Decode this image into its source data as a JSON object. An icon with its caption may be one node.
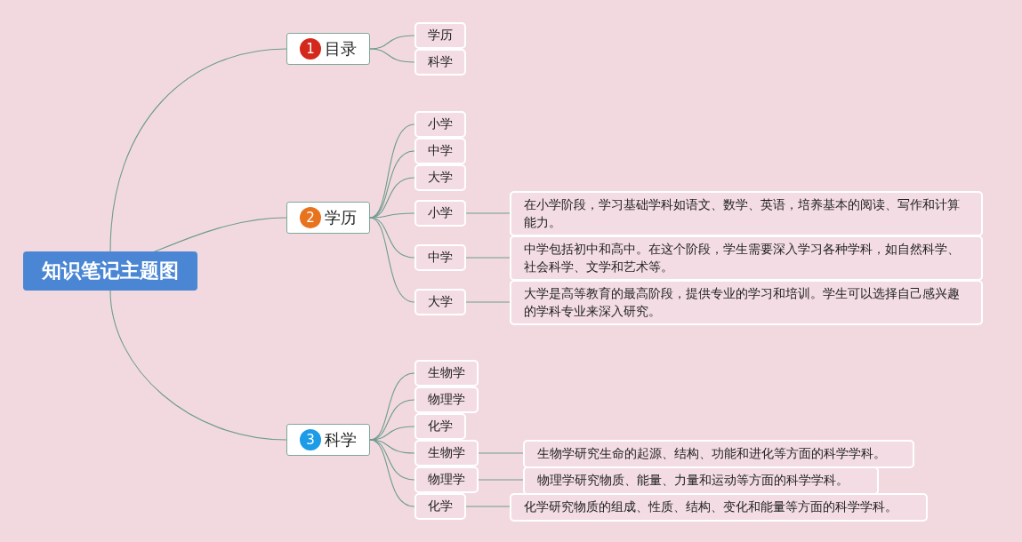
{
  "diagram": {
    "nodes": [
      {
        "text": [
          "知识笔记主题图"
        ]
      },
      {
        "text": [
          "1",
          "目录"
        ]
      },
      {
        "text": [
          "学历"
        ]
      },
      {
        "text": [
          "科学"
        ]
      },
      {
        "text": [
          "2",
          "学历"
        ]
      },
      {
        "text": [
          "小学"
        ]
      },
      {
        "text": [
          "中学"
        ]
      },
      {
        "text": [
          "大学"
        ]
      },
      {
        "text": [
          "小学"
        ]
      },
      {
        "text": [
          "在小学阶段，学习基础学科如语文、数学、英语，培养基本的阅读、写作和计算能力。"
        ]
      },
      {
        "text": [
          "中学"
        ]
      },
      {
        "text": [
          "中学包括初中和高中。在这个阶段，学生需要深入学习各种学科，如自然科学、社会科学、文学和艺术等。"
        ]
      },
      {
        "text": [
          "大学"
        ]
      },
      {
        "text": [
          "大学是高等教育的最高阶段，提供专业的学习和培训。学生可以选择自己感兴趣的学科专业来深入研究。"
        ]
      },
      {
        "text": [
          "3",
          "科学"
        ]
      },
      {
        "text": [
          "生物学"
        ]
      },
      {
        "text": [
          "物理学"
        ]
      },
      {
        "text": [
          "化学"
        ]
      },
      {
        "text": [
          "生物学"
        ]
      },
      {
        "text": [
          "生物学研究生命的起源、结构、功能和进化等方面的科学学科。"
        ]
      },
      {
        "text": [
          "物理学"
        ]
      },
      {
        "text": [
          "物理学研究物质、能量、力量和运动等方面的科学学科。"
        ]
      },
      {
        "text": [
          "化学"
        ]
      },
      {
        "text": [
          "化学研究物质的组成、性质、结构、变化和能量等方面的科学学科。"
        ]
      }
    ],
    "edges": [
      {
        "from": 0,
        "to": 1,
        "arrow": "none"
      },
      {
        "from": 0,
        "to": 4,
        "arrow": "none"
      },
      {
        "from": 0,
        "to": 14,
        "arrow": "none"
      },
      {
        "from": 1,
        "to": 2,
        "arrow": "none"
      },
      {
        "from": 1,
        "to": 3,
        "arrow": "none"
      },
      {
        "from": 4,
        "to": 5,
        "arrow": "none"
      },
      {
        "from": 4,
        "to": 6,
        "arrow": "none"
      },
      {
        "from": 4,
        "to": 7,
        "arrow": "none"
      },
      {
        "from": 4,
        "to": 8,
        "arrow": "none"
      },
      {
        "from": 4,
        "to": 10,
        "arrow": "none"
      },
      {
        "from": 4,
        "to": 12,
        "arrow": "none"
      },
      {
        "from": 8,
        "to": 9,
        "arrow": "none"
      },
      {
        "from": 10,
        "to": 11,
        "arrow": "none"
      },
      {
        "from": 12,
        "to": 13,
        "arrow": "none"
      },
      {
        "from": 14,
        "to": 15,
        "arrow": "none"
      },
      {
        "from": 14,
        "to": 16,
        "arrow": "none"
      },
      {
        "from": 14,
        "to": 17,
        "arrow": "none"
      },
      {
        "from": 14,
        "to": 18,
        "arrow": "none"
      },
      {
        "from": 14,
        "to": 20,
        "arrow": "none"
      },
      {
        "from": 14,
        "to": 22,
        "arrow": "none"
      },
      {
        "from": 18,
        "to": 19,
        "arrow": "none"
      },
      {
        "from": 20,
        "to": 21,
        "arrow": "none"
      },
      {
        "from": 22,
        "to": 23,
        "arrow": "none"
      }
    ]
  }
}
